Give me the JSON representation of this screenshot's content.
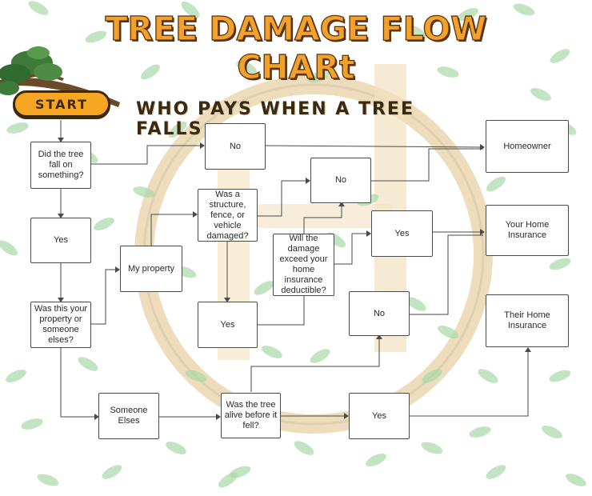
{
  "title": {
    "line1": "TREE DAMAGE FLOW",
    "line2": "CHARt",
    "subtitle": "WHO PAYS WHEN A TREE FALLS"
  },
  "start_label": "START",
  "nodes": {
    "fell_on_something": "Did the tree fall on something?",
    "yes_fell": "Yes",
    "whose_property": "Was this your property or someone elses?",
    "my_property": "My property",
    "someone_elses": "Someone Elses",
    "no_top": "No",
    "homeowner": "Homeowner",
    "structure_damaged": "Was a structure, fence, or vehicle damaged?",
    "yes_structure": "Yes",
    "no_middle": "No",
    "exceed_deductible": "Will the damage exceed your home insurance deductible?",
    "yes_exceed": "Yes",
    "your_home_insurance": "Your Home Insurance",
    "alive_before": "Was the tree alive before it fell?",
    "no_alive": "No",
    "yes_alive": "Yes",
    "their_home_insurance": "Their Home Insurance"
  },
  "colors": {
    "title_fill": "#f4a12a",
    "title_outline": "#5a3410",
    "start_fill": "#f6a623",
    "logo_ring": "#e2c89c",
    "leaf": "#a8d9a8",
    "line": "#4a4a4a"
  }
}
